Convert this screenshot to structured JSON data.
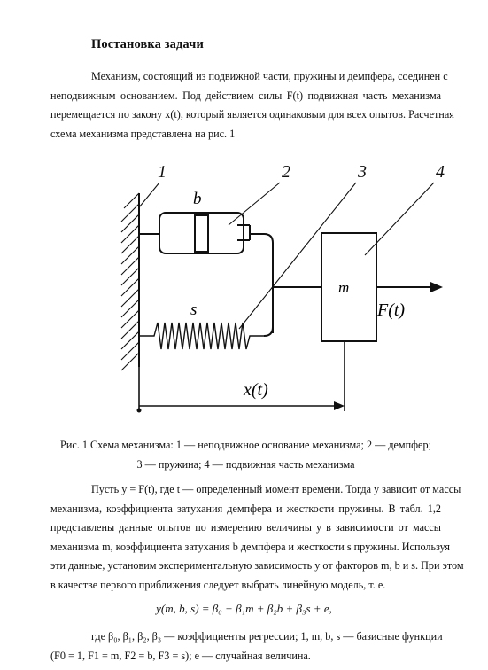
{
  "heading": "Постановка задачи",
  "intro": {
    "lines": [
      "Механизм, состоящий из подвижной части, пружины и демпфера, соединен с",
      "неподвижным основанием. Под действием силы F(t) подвижная часть механизма",
      "перемещается по закону x(t), который является одинаковым для всех опытов. Расчетная",
      "схема механизма представлена на рис. 1"
    ]
  },
  "figure": {
    "callouts": [
      "1",
      "2",
      "3",
      "4"
    ],
    "damper_label": "b",
    "spring_label": "s",
    "mass_label": "m",
    "force_label": "F(t)",
    "displacement_label": "x(t)"
  },
  "caption": {
    "line1": "Рис. 1 Схема механизма: 1 — неподвижное основание механизма; 2 — демпфер;",
    "line2": "3 — пружина; 4 — подвижная часть механизма"
  },
  "body": {
    "lines": [
      "Пусть y = F(t), где t — определенный момент времени. Тогда y зависит от массы",
      "механизма, коэффициента затухания демпфера и жесткости пружины. В табл. 1,2",
      "представлены данные опытов по измерению величины y в зависимости от массы",
      "механизма m, коэффициента затухания b демпфера и жесткости s пружины. Используя",
      "эти данные, установим экспериментальную зависимость y от факторов m, b и s. При этом",
      "в качестве первого приближения следует выбрать линейную модель, т. е."
    ]
  },
  "formula": "y(m, b, s) = β₀ + β₁m + β₂b + β₃s + e,",
  "where": {
    "line1": "где β₀, β₁, β₂, β₃ — коэффициенты регрессии; 1, m, b, s — базисные функции",
    "line2": "(F0 = 1, F1 = m, F2 = b, F3 = s); e — случайная величина."
  }
}
